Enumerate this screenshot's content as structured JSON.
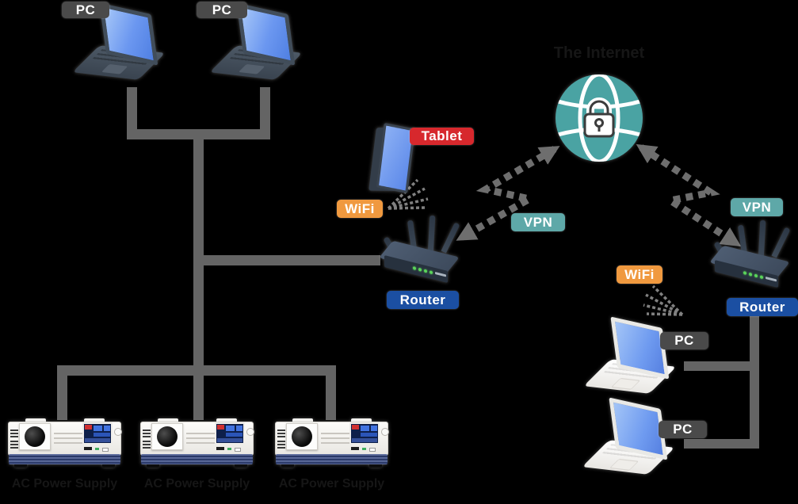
{
  "colors": {
    "background": "#000000",
    "cable_gray": "#646464",
    "badge_dark_gray": "#4a4a4a",
    "badge_red": "#d7282d",
    "badge_orange": "#f0993f",
    "badge_teal": "#5ea8a8",
    "badge_blue": "#1b4fa2",
    "internet_globe_teal": "#4aa3a3"
  },
  "local_site": {
    "pc1": {
      "label": "PC"
    },
    "pc2": {
      "label": "PC"
    },
    "tablet": {
      "label": "Tablet"
    },
    "wifi": {
      "label": "WiFi"
    },
    "router": {
      "label": "Router"
    },
    "vpn": {
      "label": "VPN"
    },
    "instruments": [
      {
        "label": "AC Power Supply"
      },
      {
        "label": "AC Power Supply"
      },
      {
        "label": "AC Power Supply"
      }
    ]
  },
  "internet": {
    "label": "The Internet"
  },
  "remote_site": {
    "vpn": {
      "label": "VPN"
    },
    "wifi": {
      "label": "WiFi"
    },
    "router": {
      "label": "Router"
    },
    "pc1": {
      "label": "PC"
    },
    "pc2": {
      "label": "PC"
    }
  }
}
